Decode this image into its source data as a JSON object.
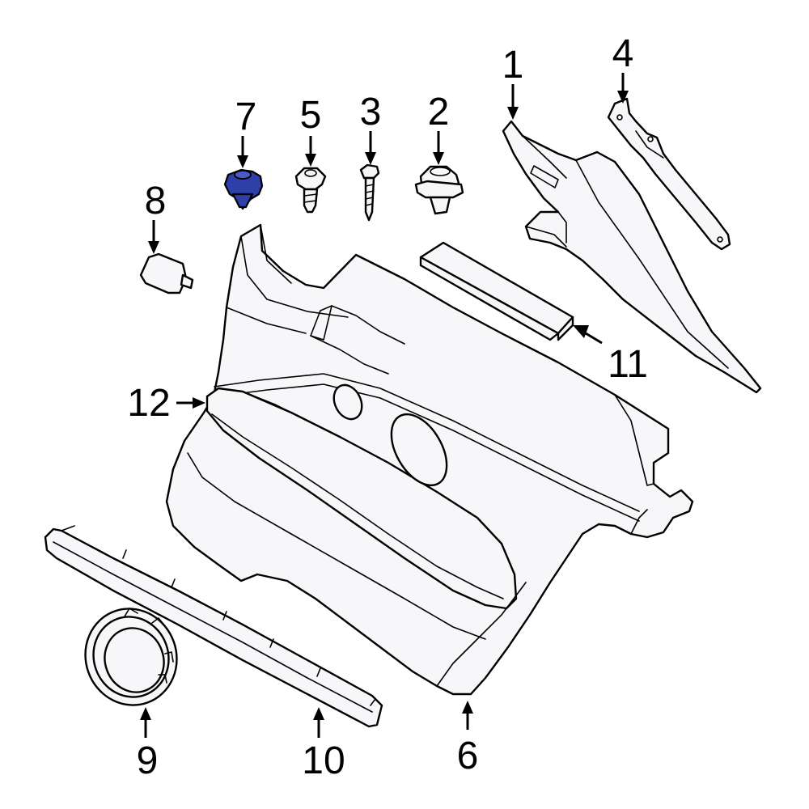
{
  "diagram": {
    "callouts": [
      {
        "id": "1",
        "label": "1"
      },
      {
        "id": "2",
        "label": "2"
      },
      {
        "id": "3",
        "label": "3"
      },
      {
        "id": "4",
        "label": "4"
      },
      {
        "id": "5",
        "label": "5"
      },
      {
        "id": "6",
        "label": "6"
      },
      {
        "id": "7",
        "label": "7"
      },
      {
        "id": "8",
        "label": "8"
      },
      {
        "id": "9",
        "label": "9"
      },
      {
        "id": "10",
        "label": "10"
      },
      {
        "id": "11",
        "label": "11"
      },
      {
        "id": "12",
        "label": "12"
      }
    ],
    "highlighted_part": "7",
    "colors": {
      "highlight": "#2e3fa8",
      "part_fill": "#f7f6f9",
      "line": "#000000",
      "background": "#ffffff"
    }
  }
}
